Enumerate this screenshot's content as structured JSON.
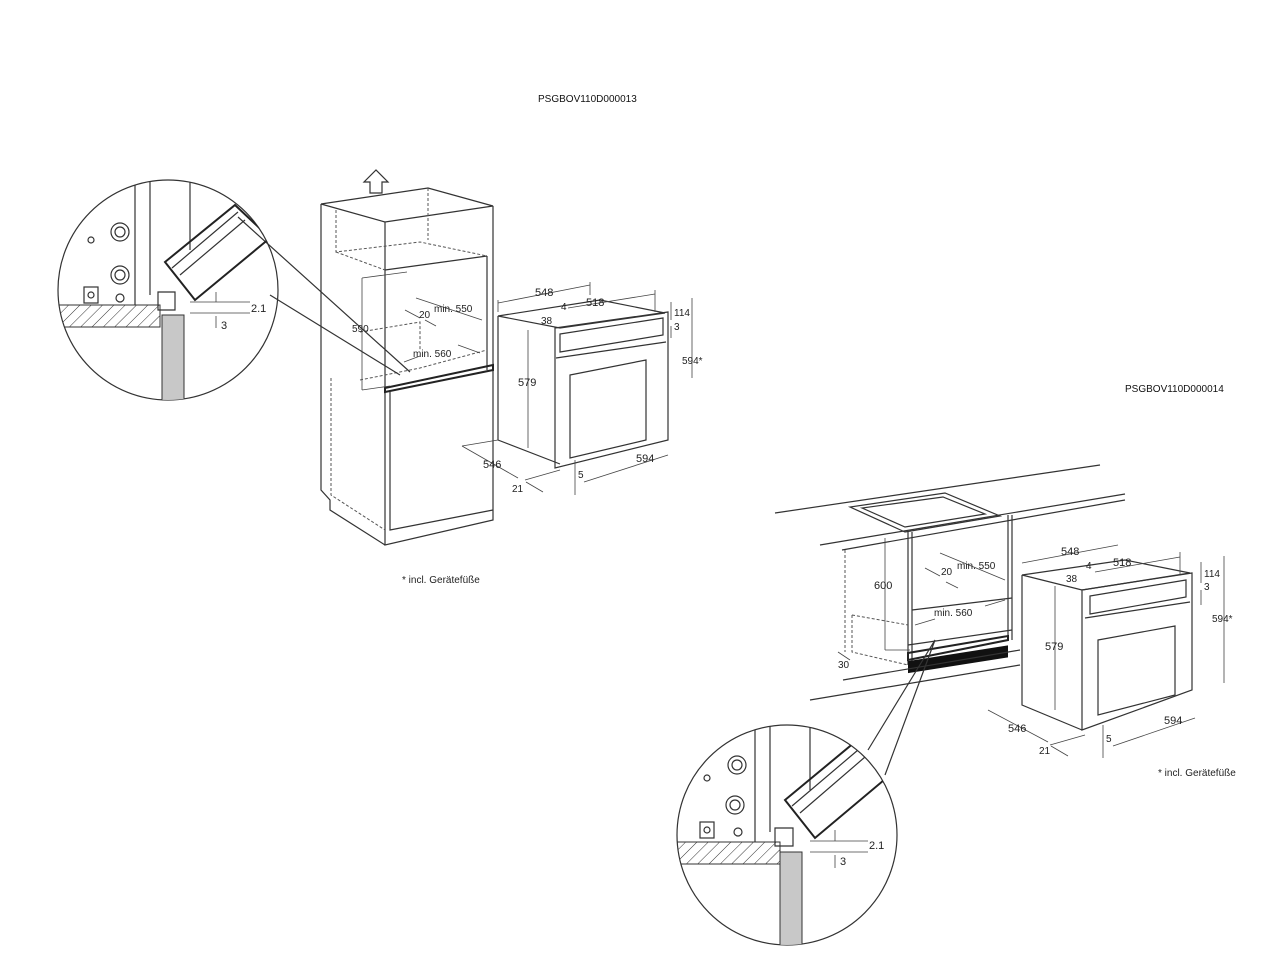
{
  "drawings": [
    {
      "code": "PSGBOV110D000013",
      "footnote": "* incl. Gerätefüße",
      "detail": {
        "gap": "2.1",
        "offset": "3"
      },
      "niche": {
        "height": "590",
        "width_min": "min. 550",
        "depth_min": "min. 560",
        "setback": "20"
      },
      "oven": {
        "depth_top": "548",
        "inner_width": "518",
        "gap": "4",
        "front": "38",
        "panel": "114",
        "panel_gap": "3",
        "height_total": "594*",
        "body_height": "579",
        "depth": "546",
        "door": "21",
        "feet": "5",
        "width": "594"
      }
    },
    {
      "code": "PSGBOV110D000014",
      "footnote": "* incl. Gerätefüße",
      "detail": {
        "gap": "2.1",
        "offset": "3"
      },
      "niche": {
        "height": "600",
        "width_min": "min. 550",
        "depth_min": "min. 560",
        "setback": "20",
        "plinth": "30"
      },
      "oven": {
        "depth_top": "548",
        "inner_width": "518",
        "gap": "4",
        "front": "38",
        "panel": "114",
        "panel_gap": "3",
        "height_total": "594*",
        "body_height": "579",
        "depth": "546",
        "door": "21",
        "feet": "5",
        "width": "594"
      }
    }
  ]
}
